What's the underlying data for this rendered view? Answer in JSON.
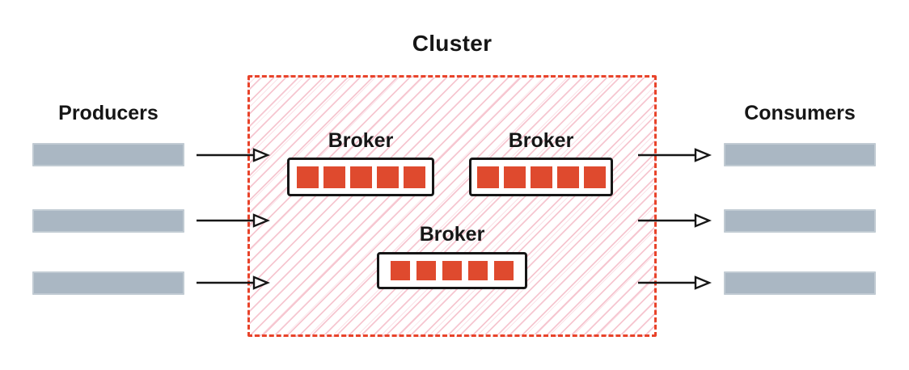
{
  "diagram": {
    "title": "Cluster",
    "producers": {
      "label": "Producers",
      "count": 3
    },
    "consumers": {
      "label": "Consumers",
      "count": 3
    },
    "cluster": {
      "brokers": [
        {
          "label": "Broker",
          "partitions": 5
        },
        {
          "label": "Broker",
          "partitions": 5
        },
        {
          "label": "Broker",
          "partitions": 5
        }
      ]
    },
    "icons": {
      "flow_arrow": "arrow-right-icon"
    }
  },
  "colors": {
    "accent": "#e8432a",
    "partition": "#df4a2e",
    "hatch": "#f6c6d0",
    "hatch_light": "#fbe1e7",
    "bar": "#aab7c3",
    "ink": "#161616",
    "card_bg": "#ffffff"
  }
}
